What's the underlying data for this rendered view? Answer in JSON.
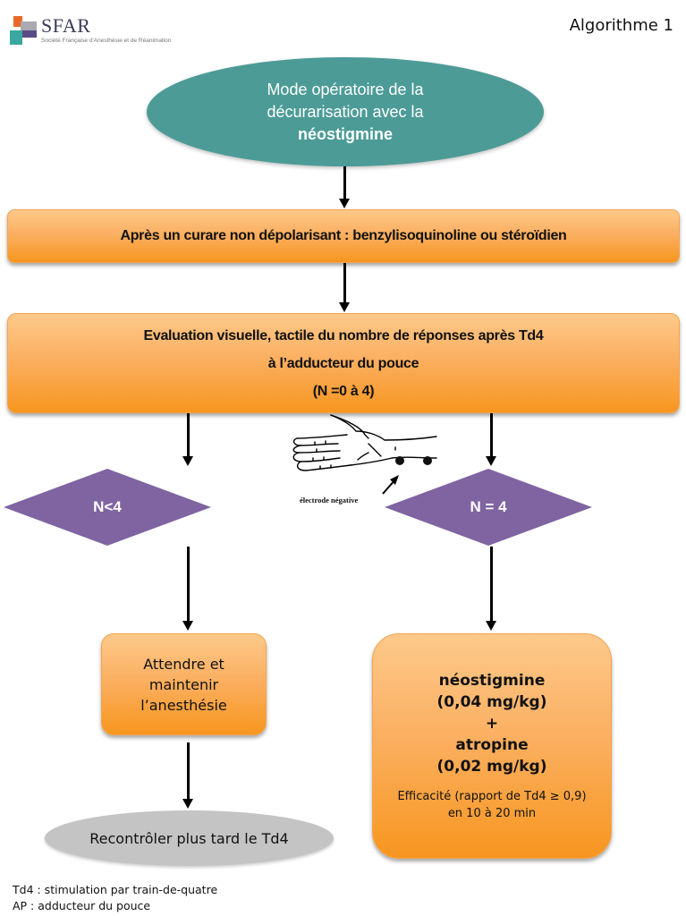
{
  "header": {
    "logo_name": "SFAR",
    "logo_subtitle": "Société Française d'Anesthésie et de Réanimation",
    "title": "Algorithme 1"
  },
  "colors": {
    "teal": "#4c9b97",
    "orange": "#fbb062",
    "purple": "#7f64a1",
    "grey": "#c4c4c4"
  },
  "flow": {
    "start": {
      "line1": "Mode opératoire de la",
      "line2": "décurarisation avec la",
      "line3": "néostigmine"
    },
    "curare_box": "Après un curare non dépolarisant : benzylisoquinoline ou stéroïdien",
    "evaluation": {
      "line1": "Evaluation visuelle, tactile du nombre de réponses après Td4",
      "line2": "à l’adducteur du pouce",
      "line3": "(N  =0 à 4)"
    },
    "hand_illustration": {
      "label": "électrode négative"
    },
    "decision_left": "N<4",
    "decision_right": "N = 4",
    "wait_box": {
      "line1": "Attendre et",
      "line2": "maintenir",
      "line3": "l’anesthésie"
    },
    "treatment_box": {
      "drug1": "néostigmine",
      "dose1": "(0,04 mg/kg)",
      "plus": "+",
      "drug2": "atropine",
      "dose2": "(0,02 mg/kg)",
      "efficacy_line1": "Efficacité (rapport de Td4 ≥ 0,9)",
      "efficacy_line2": "en 10 à 20 min"
    },
    "recheck": "Recontrôler plus tard le Td4"
  },
  "legend": [
    "Td4 : stimulation par train-de-quatre",
    "AP : adducteur du pouce"
  ]
}
